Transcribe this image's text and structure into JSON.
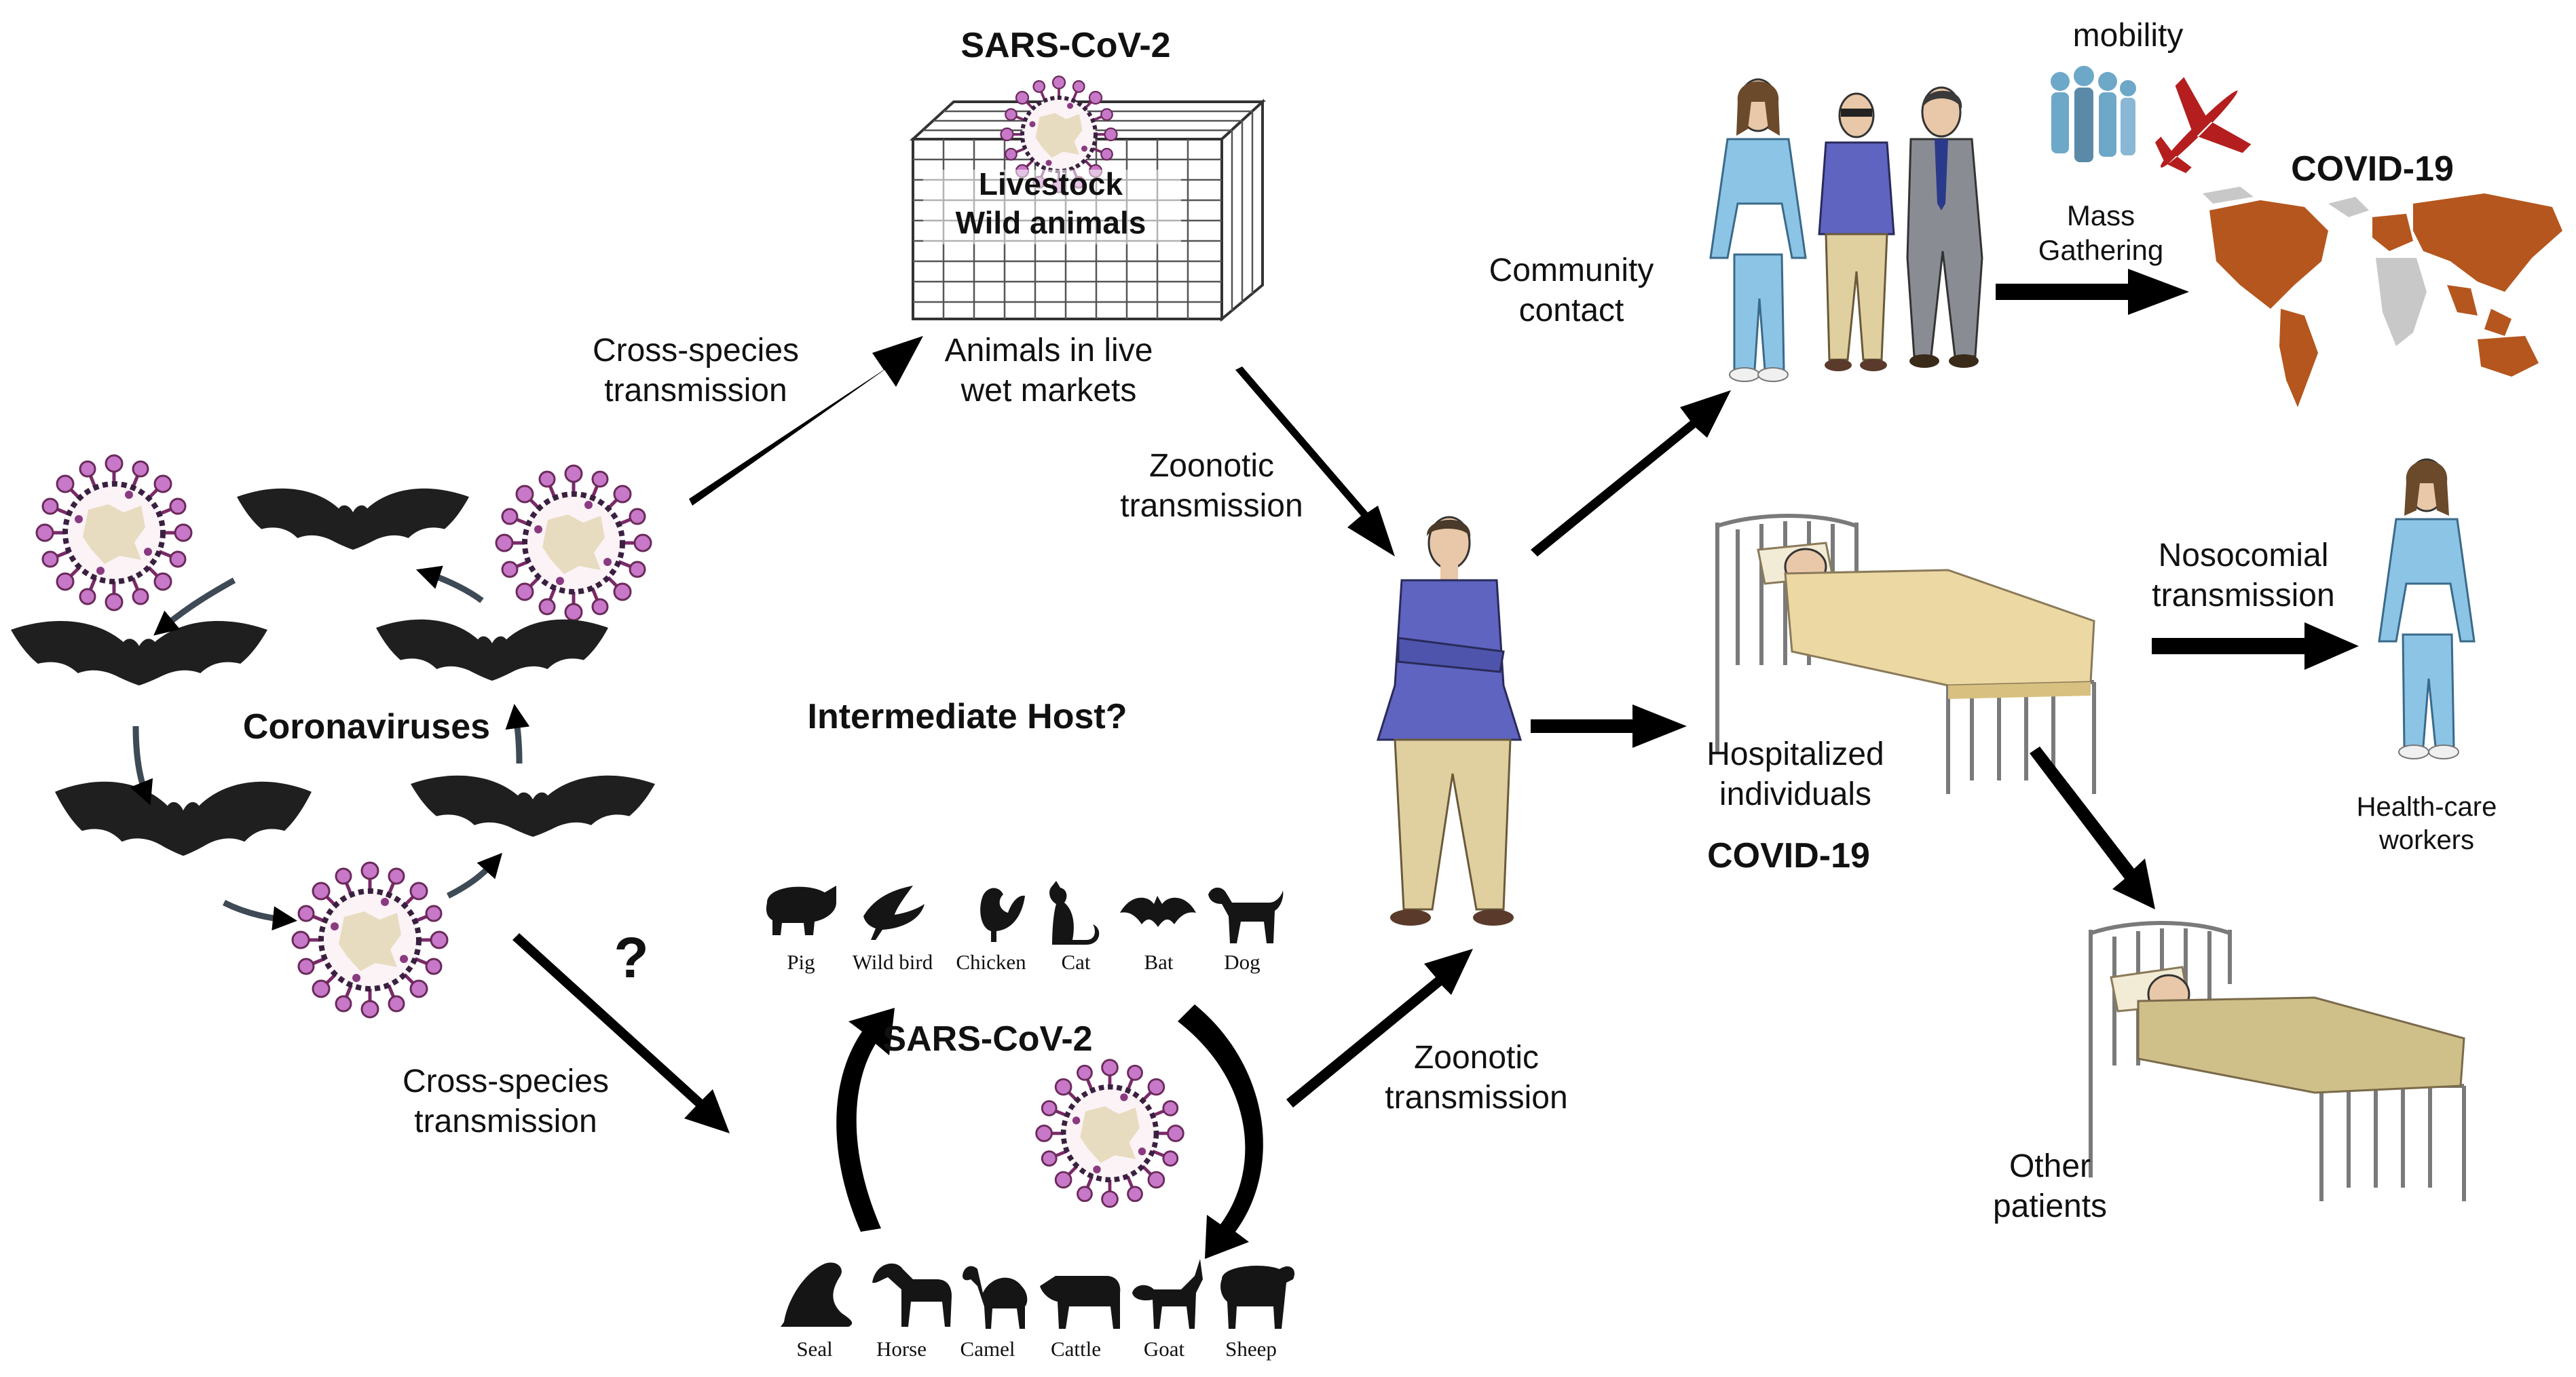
{
  "labels": {
    "sars_top": "SARS-CoV-2",
    "livestock": "Livestock",
    "wild_animals": "Wild animals",
    "animals_market": [
      "Animals in live",
      "wet markets"
    ],
    "cross_species_top": [
      "Cross-species",
      "transmission"
    ],
    "zoonotic_top": [
      "Zoonotic",
      "transmission"
    ],
    "coronaviruses": "Coronaviruses",
    "intermediate_host": "Intermediate Host?",
    "question_mark": "?",
    "cross_species_bottom": [
      "Cross-species",
      "transmission"
    ],
    "sars_center": "SARS-CoV-2",
    "zoonotic_bottom": [
      "Zoonotic",
      "transmission"
    ],
    "mobility": "mobility",
    "mass_gathering": [
      "Mass",
      "Gathering"
    ],
    "covid_world": "COVID-19",
    "community_contact": [
      "Community",
      "contact"
    ],
    "nosocomial": [
      "Nosocomial",
      "transmission"
    ],
    "hospitalized": [
      "Hospitalized",
      "individuals"
    ],
    "covid_hospital": "COVID-19",
    "health_care": [
      "Health-care",
      "workers"
    ],
    "other_patients": [
      "Other",
      "patients"
    ]
  },
  "animals_top": [
    "Pig",
    "Wild bird",
    "Chicken",
    "Cat",
    "Bat",
    "Dog"
  ],
  "animals_bottom": [
    "Seal",
    "Horse",
    "Camel",
    "Cattle",
    "Goat",
    "Sheep"
  ],
  "colors": {
    "bat": "#1f1f1f",
    "virus_spike": "#c878c8",
    "virus_core": "#ece0c8",
    "arrow": "#000000",
    "scrub": "#8cc4e6",
    "shirt": "#5e64c0",
    "khaki": "#e0d0a0",
    "suit": "#8a8c94",
    "covid_region": "#b4561e",
    "world_gray": "#c8c8c8",
    "blanket": "#ecd8a2",
    "plane": "#b41e1e",
    "crowd": "#6ea8c8"
  }
}
